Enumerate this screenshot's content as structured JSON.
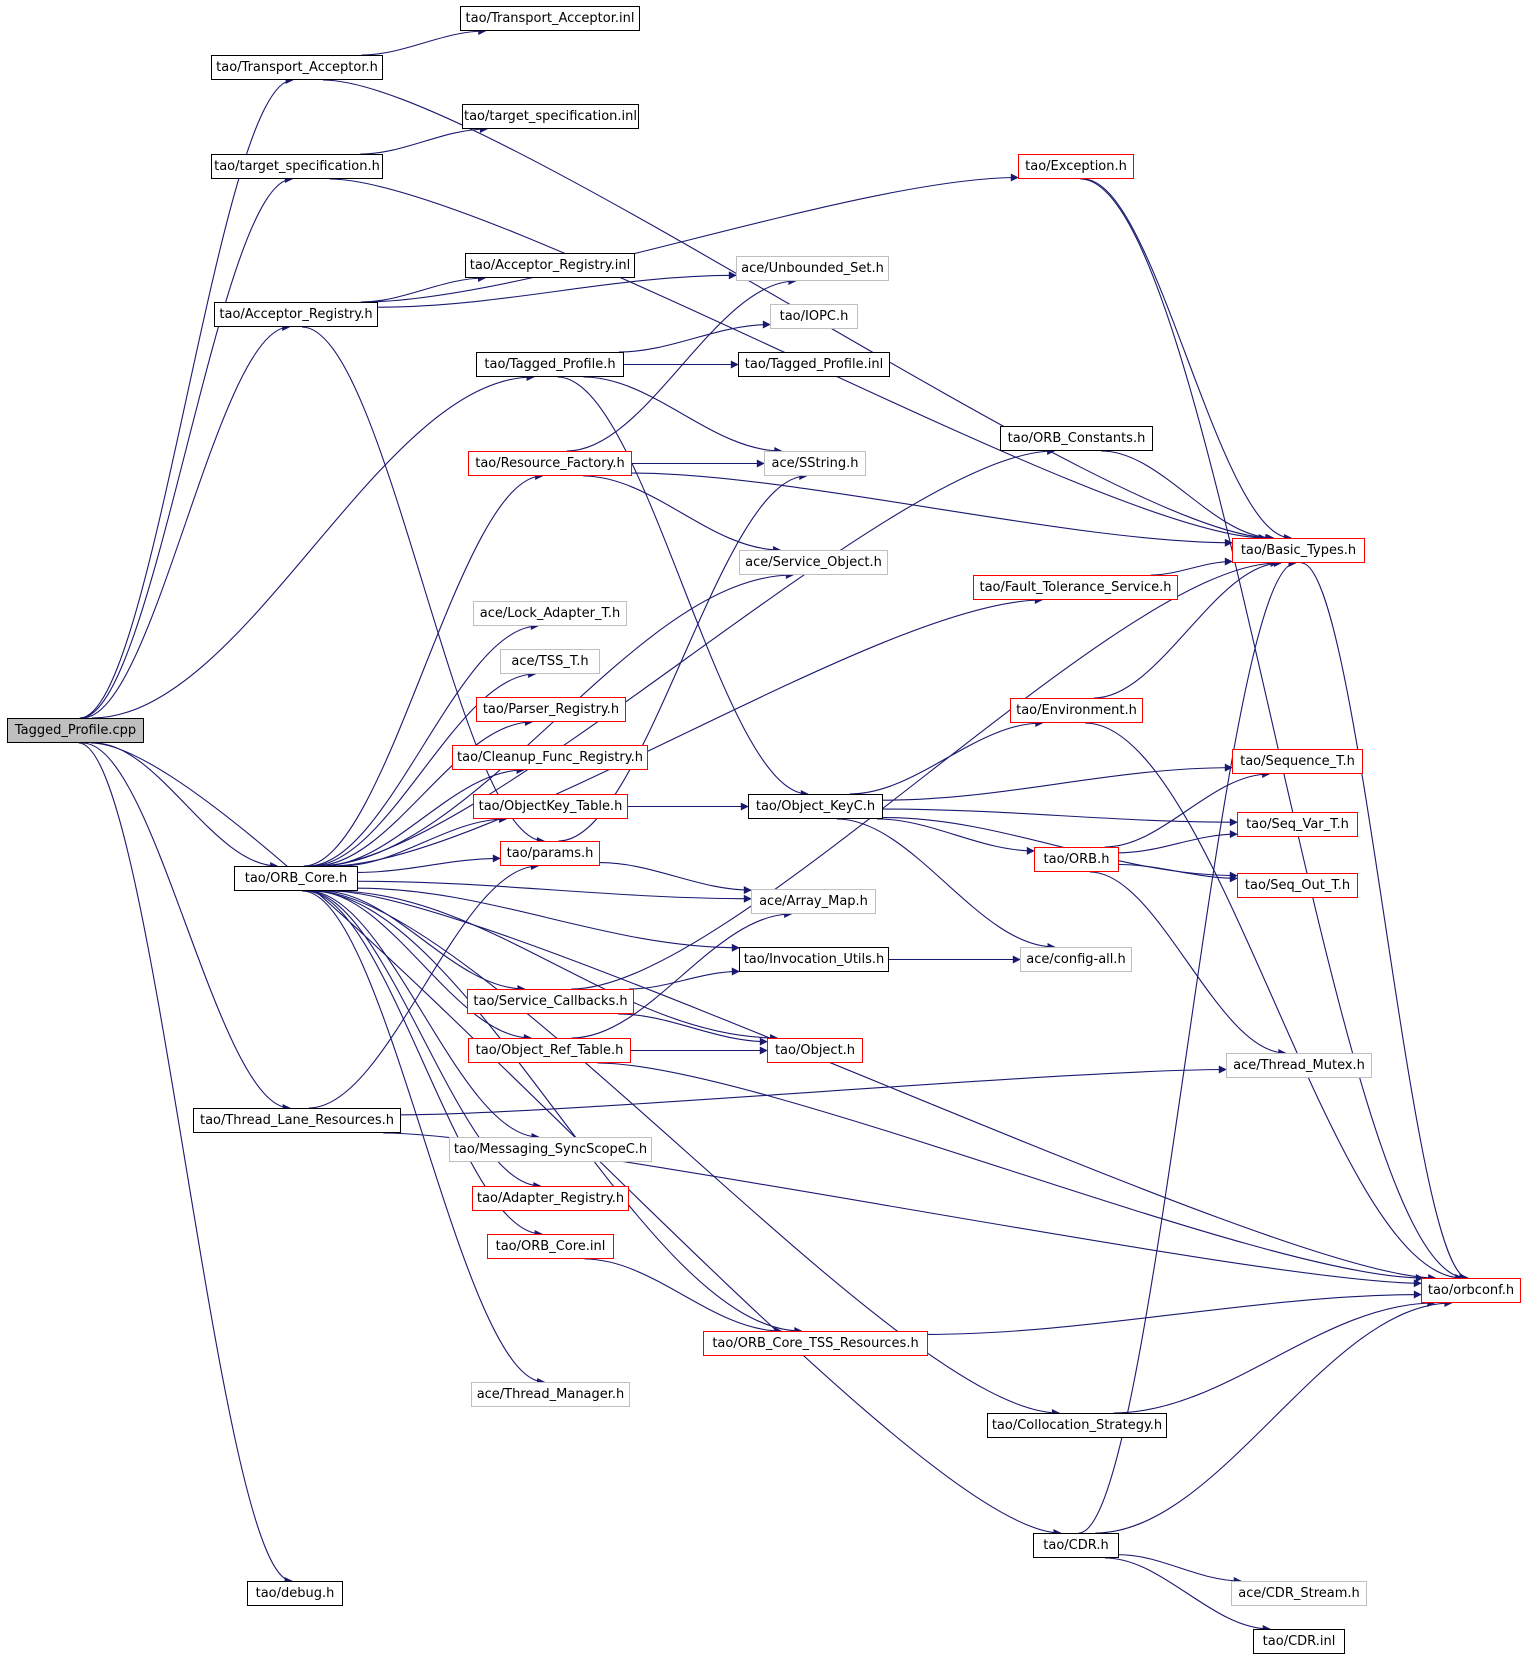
{
  "diagram": {
    "colors": {
      "edge": "#191970",
      "root_fill": "#bfbfbf",
      "red_border": "#ff0000",
      "gray_border": "#bfbfbf",
      "black_border": "#000000"
    },
    "nodes": {
      "tagged_profile_cpp": {
        "label": "Tagged_Profile.cpp",
        "style": "root"
      },
      "transport_acceptor_inl": {
        "label": "tao/Transport_Acceptor.inl",
        "style": "black"
      },
      "transport_acceptor_h": {
        "label": "tao/Transport_Acceptor.h",
        "style": "black"
      },
      "target_specification_inl": {
        "label": "tao/target_specification.inl",
        "style": "black"
      },
      "target_specification_h": {
        "label": "tao/target_specification.h",
        "style": "black"
      },
      "exception_h": {
        "label": "tao/Exception.h",
        "style": "red"
      },
      "acceptor_registry_inl": {
        "label": "tao/Acceptor_Registry.inl",
        "style": "black"
      },
      "unbounded_set_h": {
        "label": "ace/Unbounded_Set.h",
        "style": "gray"
      },
      "acceptor_registry_h": {
        "label": "tao/Acceptor_Registry.h",
        "style": "black"
      },
      "iopc_h": {
        "label": "tao/IOPC.h",
        "style": "gray"
      },
      "tagged_profile_h": {
        "label": "tao/Tagged_Profile.h",
        "style": "black"
      },
      "tagged_profile_inl": {
        "label": "tao/Tagged_Profile.inl",
        "style": "black"
      },
      "orb_constants_h": {
        "label": "tao/ORB_Constants.h",
        "style": "black"
      },
      "resource_factory_h": {
        "label": "tao/Resource_Factory.h",
        "style": "red"
      },
      "sstring_h": {
        "label": "ace/SString.h",
        "style": "gray"
      },
      "basic_types_h": {
        "label": "tao/Basic_Types.h",
        "style": "red"
      },
      "service_object_h": {
        "label": "ace/Service_Object.h",
        "style": "gray"
      },
      "fault_tolerance_service_h": {
        "label": "tao/Fault_Tolerance_Service.h",
        "style": "red"
      },
      "lock_adapter_t_h": {
        "label": "ace/Lock_Adapter_T.h",
        "style": "gray"
      },
      "tss_t_h": {
        "label": "ace/TSS_T.h",
        "style": "gray"
      },
      "parser_registry_h": {
        "label": "tao/Parser_Registry.h",
        "style": "red"
      },
      "environment_h": {
        "label": "tao/Environment.h",
        "style": "red"
      },
      "cleanup_func_registry_h": {
        "label": "tao/Cleanup_Func_Registry.h",
        "style": "red"
      },
      "sequence_t_h": {
        "label": "tao/Sequence_T.h",
        "style": "red"
      },
      "objectkey_table_h": {
        "label": "tao/ObjectKey_Table.h",
        "style": "red"
      },
      "object_keyc_h": {
        "label": "tao/Object_KeyC.h",
        "style": "black"
      },
      "seq_var_t_h": {
        "label": "tao/Seq_Var_T.h",
        "style": "red"
      },
      "params_h": {
        "label": "tao/params.h",
        "style": "red"
      },
      "orb_h": {
        "label": "tao/ORB.h",
        "style": "red"
      },
      "orb_core_h": {
        "label": "tao/ORB_Core.h",
        "style": "black"
      },
      "seq_out_t_h": {
        "label": "tao/Seq_Out_T.h",
        "style": "red"
      },
      "array_map_h": {
        "label": "ace/Array_Map.h",
        "style": "gray"
      },
      "invocation_utils_h": {
        "label": "tao/Invocation_Utils.h",
        "style": "black"
      },
      "config_all_h": {
        "label": "ace/config-all.h",
        "style": "gray"
      },
      "service_callbacks_h": {
        "label": "tao/Service_Callbacks.h",
        "style": "red"
      },
      "object_ref_table_h": {
        "label": "tao/Object_Ref_Table.h",
        "style": "red"
      },
      "object_h": {
        "label": "tao/Object.h",
        "style": "red"
      },
      "thread_mutex_h": {
        "label": "ace/Thread_Mutex.h",
        "style": "gray"
      },
      "thread_lane_resources_h": {
        "label": "tao/Thread_Lane_Resources.h",
        "style": "black"
      },
      "messaging_syncscopec_h": {
        "label": "tao/Messaging_SyncScopeC.h",
        "style": "gray"
      },
      "adapter_registry_h": {
        "label": "tao/Adapter_Registry.h",
        "style": "red"
      },
      "orb_core_inl": {
        "label": "tao/ORB_Core.inl",
        "style": "red"
      },
      "orbconf_h": {
        "label": "tao/orbconf.h",
        "style": "red"
      },
      "orb_core_tss_resources_h": {
        "label": "tao/ORB_Core_TSS_Resources.h",
        "style": "red"
      },
      "thread_manager_h": {
        "label": "ace/Thread_Manager.h",
        "style": "gray"
      },
      "collocation_strategy_h": {
        "label": "tao/Collocation_Strategy.h",
        "style": "black"
      },
      "cdr_h": {
        "label": "tao/CDR.h",
        "style": "black"
      },
      "debug_h": {
        "label": "tao/debug.h",
        "style": "black"
      },
      "cdr_stream_h": {
        "label": "ace/CDR_Stream.h",
        "style": "gray"
      },
      "cdr_inl": {
        "label": "tao/CDR.inl",
        "style": "black"
      }
    },
    "edges": [
      [
        "tagged_profile_cpp",
        "transport_acceptor_h"
      ],
      [
        "tagged_profile_cpp",
        "target_specification_h"
      ],
      [
        "tagged_profile_cpp",
        "acceptor_registry_h"
      ],
      [
        "tagged_profile_cpp",
        "tagged_profile_h"
      ],
      [
        "tagged_profile_cpp",
        "orb_core_h"
      ],
      [
        "tagged_profile_cpp",
        "thread_lane_resources_h"
      ],
      [
        "tagged_profile_cpp",
        "cdr_h"
      ],
      [
        "tagged_profile_cpp",
        "debug_h"
      ],
      [
        "transport_acceptor_h",
        "transport_acceptor_inl"
      ],
      [
        "transport_acceptor_h",
        "basic_types_h"
      ],
      [
        "target_specification_h",
        "target_specification_inl"
      ],
      [
        "target_specification_h",
        "basic_types_h"
      ],
      [
        "acceptor_registry_h",
        "acceptor_registry_inl"
      ],
      [
        "acceptor_registry_h",
        "unbounded_set_h"
      ],
      [
        "acceptor_registry_h",
        "exception_h"
      ],
      [
        "acceptor_registry_h",
        "params_h"
      ],
      [
        "exception_h",
        "basic_types_h"
      ],
      [
        "exception_h",
        "orbconf_h"
      ],
      [
        "tagged_profile_h",
        "iopc_h"
      ],
      [
        "tagged_profile_h",
        "tagged_profile_inl"
      ],
      [
        "tagged_profile_h",
        "sstring_h"
      ],
      [
        "tagged_profile_h",
        "object_keyc_h"
      ],
      [
        "orb_core_h",
        "orb_constants_h"
      ],
      [
        "orb_core_h",
        "resource_factory_h"
      ],
      [
        "orb_core_h",
        "service_object_h"
      ],
      [
        "orb_core_h",
        "fault_tolerance_service_h"
      ],
      [
        "orb_core_h",
        "lock_adapter_t_h"
      ],
      [
        "orb_core_h",
        "tss_t_h"
      ],
      [
        "orb_core_h",
        "parser_registry_h"
      ],
      [
        "orb_core_h",
        "cleanup_func_registry_h"
      ],
      [
        "orb_core_h",
        "objectkey_table_h"
      ],
      [
        "orb_core_h",
        "params_h"
      ],
      [
        "orb_core_h",
        "array_map_h"
      ],
      [
        "orb_core_h",
        "invocation_utils_h"
      ],
      [
        "orb_core_h",
        "service_callbacks_h"
      ],
      [
        "orb_core_h",
        "object_ref_table_h"
      ],
      [
        "orb_core_h",
        "object_h"
      ],
      [
        "orb_core_h",
        "messaging_syncscopec_h"
      ],
      [
        "orb_core_h",
        "adapter_registry_h"
      ],
      [
        "orb_core_h",
        "orb_core_inl"
      ],
      [
        "orb_core_h",
        "orb_core_tss_resources_h"
      ],
      [
        "orb_core_h",
        "thread_manager_h"
      ],
      [
        "orb_core_h",
        "collocation_strategy_h"
      ],
      [
        "orb_core_h",
        "orbconf_h"
      ],
      [
        "orb_constants_h",
        "basic_types_h"
      ],
      [
        "resource_factory_h",
        "unbounded_set_h"
      ],
      [
        "resource_factory_h",
        "sstring_h"
      ],
      [
        "resource_factory_h",
        "service_object_h"
      ],
      [
        "resource_factory_h",
        "basic_types_h"
      ],
      [
        "fault_tolerance_service_h",
        "basic_types_h"
      ],
      [
        "basic_types_h",
        "orbconf_h"
      ],
      [
        "objectkey_table_h",
        "object_keyc_h"
      ],
      [
        "object_keyc_h",
        "environment_h"
      ],
      [
        "object_keyc_h",
        "sequence_t_h"
      ],
      [
        "object_keyc_h",
        "seq_var_t_h"
      ],
      [
        "object_keyc_h",
        "seq_out_t_h"
      ],
      [
        "object_keyc_h",
        "orb_h"
      ],
      [
        "object_keyc_h",
        "config_all_h"
      ],
      [
        "environment_h",
        "basic_types_h"
      ],
      [
        "environment_h",
        "orbconf_h"
      ],
      [
        "orb_h",
        "sequence_t_h"
      ],
      [
        "orb_h",
        "seq_var_t_h"
      ],
      [
        "orb_h",
        "seq_out_t_h"
      ],
      [
        "orb_h",
        "thread_mutex_h"
      ],
      [
        "params_h",
        "sstring_h"
      ],
      [
        "params_h",
        "array_map_h"
      ],
      [
        "invocation_utils_h",
        "config_all_h"
      ],
      [
        "service_callbacks_h",
        "basic_types_h"
      ],
      [
        "service_callbacks_h",
        "invocation_utils_h"
      ],
      [
        "service_callbacks_h",
        "object_h"
      ],
      [
        "object_ref_table_h",
        "array_map_h"
      ],
      [
        "object_ref_table_h",
        "object_h"
      ],
      [
        "object_ref_table_h",
        "orbconf_h"
      ],
      [
        "thread_lane_resources_h",
        "params_h"
      ],
      [
        "thread_lane_resources_h",
        "thread_mutex_h"
      ],
      [
        "thread_lane_resources_h",
        "orbconf_h"
      ],
      [
        "orb_core_inl",
        "orb_core_tss_resources_h"
      ],
      [
        "orb_core_tss_resources_h",
        "orbconf_h"
      ],
      [
        "collocation_strategy_h",
        "orbconf_h"
      ],
      [
        "cdr_h",
        "basic_types_h"
      ],
      [
        "cdr_h",
        "orbconf_h"
      ],
      [
        "cdr_h",
        "cdr_stream_h"
      ],
      [
        "cdr_h",
        "cdr_inl"
      ]
    ]
  }
}
